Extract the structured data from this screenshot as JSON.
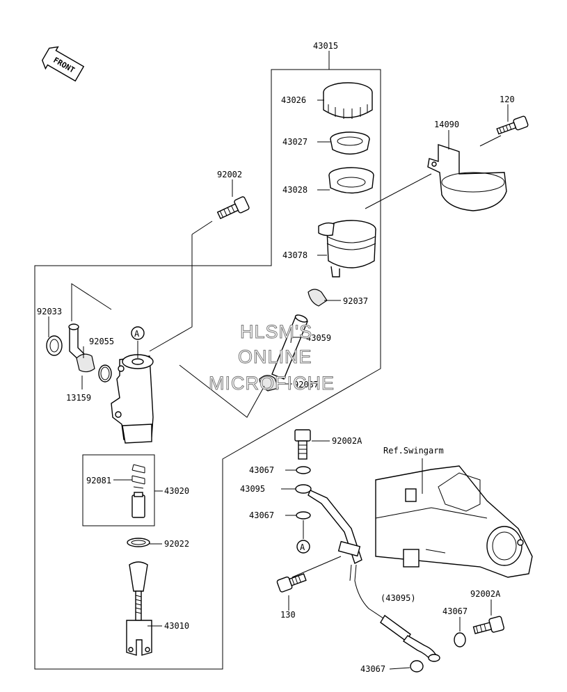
{
  "front_label": "FRONT",
  "watermark": [
    "HLSM'S",
    "ONLINE",
    "MICROFICHE"
  ],
  "ref_label": "Ref.Swingarm",
  "parts": {
    "p43015": "43015",
    "p43026": "43026",
    "p43027": "43027",
    "p43028": "43028",
    "p43078": "43078",
    "p92037a": "92037",
    "p43059": "43059",
    "p92037b": "92037",
    "p120": "120",
    "p14090": "14090",
    "p92002": "92002",
    "p92033": "92033",
    "p92055": "92055",
    "p13159": "13159",
    "p92081": "92081",
    "p43020": "43020",
    "p92022": "92022",
    "p43010": "43010",
    "p92002A_a": "92002A",
    "p43067_a": "43067",
    "p43095": "43095",
    "p43067_b": "43067",
    "p130": "130",
    "p43095_paren": "(43095)",
    "p92002A_b": "92002A",
    "p43067_c": "43067",
    "p43067_d": "43067",
    "callout_a1": "A",
    "callout_a2": "A"
  }
}
